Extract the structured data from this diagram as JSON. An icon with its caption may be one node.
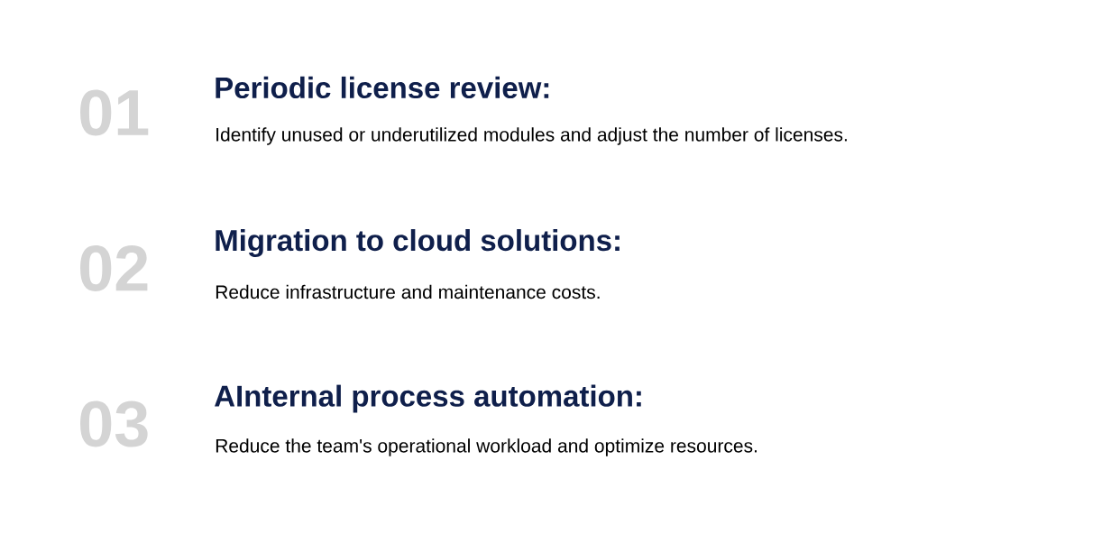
{
  "diagram": {
    "labels": [
      "01",
      "Periodic license review:",
      "Identify unused or underutilized modules and adjust the number of licenses.",
      "02",
      "Migration to cloud solutions:",
      "Reduce infrastructure and maintenance costs.",
      "03",
      "AInternal process automation:",
      "Reduce the team's operational workload and optimize resources."
    ]
  }
}
